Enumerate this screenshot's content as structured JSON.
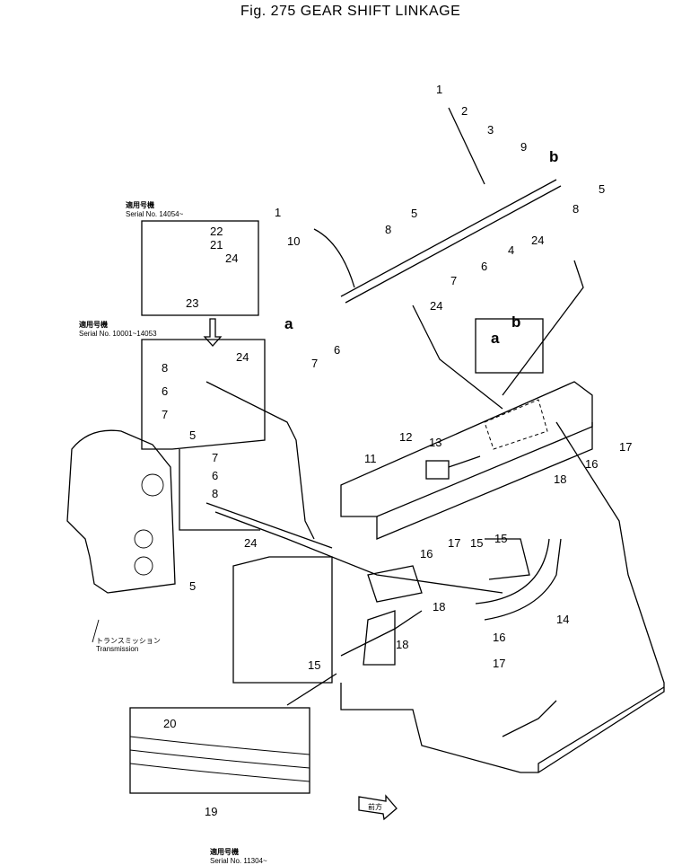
{
  "title": "Fig. 275 GEAR SHIFT LINKAGE",
  "insets": {
    "top_jp": "適用号機",
    "top_serial": "Serial No. 14054~",
    "mid_jp": "適用号機",
    "mid_serial": "Serial No. 10001~14053",
    "bottom_jp": "適用号機",
    "bottom_serial": "Serial No. 11304~"
  },
  "transmission": {
    "jp": "トランスミッション",
    "en": "Transmission"
  },
  "front_arrow": "前方",
  "view_markers": {
    "a": "a",
    "b": "b"
  },
  "callouts": [
    "1",
    "2",
    "3",
    "9",
    "5",
    "8",
    "24",
    "4",
    "6",
    "7",
    "5",
    "8",
    "1",
    "10",
    "24",
    "6",
    "7",
    "22",
    "21",
    "24",
    "23",
    "8",
    "24",
    "6",
    "7",
    "5",
    "7",
    "6",
    "8",
    "24",
    "5",
    "11",
    "12",
    "13",
    "17",
    "16",
    "18",
    "16",
    "17",
    "15",
    "15",
    "14",
    "18",
    "16",
    "17",
    "18",
    "15",
    "20",
    "19"
  ]
}
